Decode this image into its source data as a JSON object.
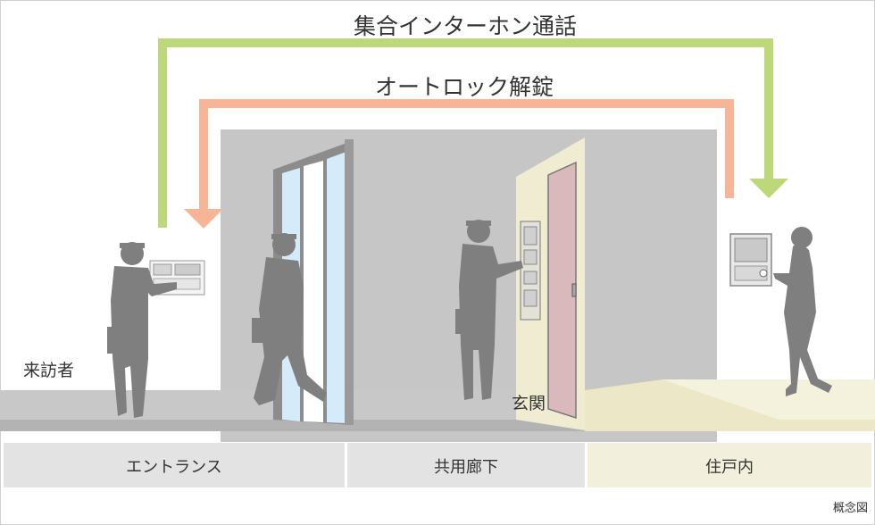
{
  "arrows": {
    "intercom_call": "集合インターホン通話",
    "auto_lock_release": "オートロック解錠"
  },
  "labels": {
    "visitor": "来訪者",
    "front_door": "玄関",
    "concept_note": "概念図"
  },
  "zones": [
    {
      "label": "エントランス"
    },
    {
      "label": "共用廊下"
    },
    {
      "label": "住戸内"
    }
  ],
  "colors": {
    "intercom_arrow": "#bcd879",
    "unlock_arrow": "#f6b596",
    "silhouette": "#7f7f7f",
    "wall": "#c6c6c6",
    "floor": "#b3b3b3",
    "zone_bar": "#e3e3e3",
    "residence_zone": "#f2f0dd",
    "door_frame": "#f0ecd2",
    "door_panel": "#d9b9bb",
    "glass": "#d6ebfa"
  }
}
